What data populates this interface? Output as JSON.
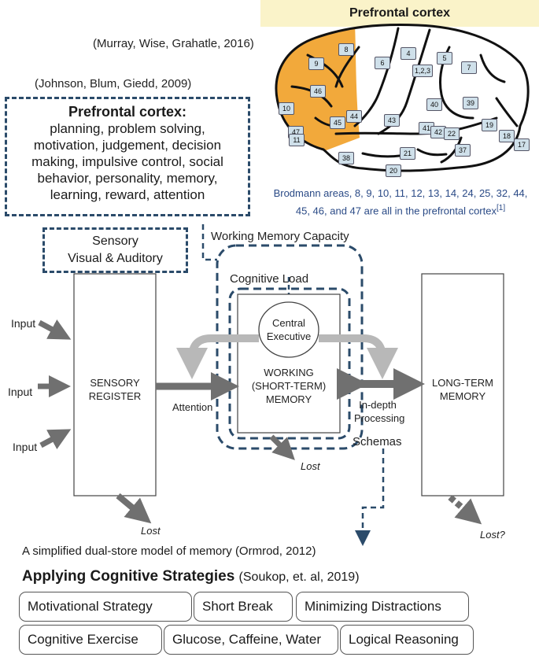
{
  "citations": {
    "murray": "(Murray, Wise, Grahatle, 2016)",
    "johnson": "(Johnson, Blum, Giedd, 2009)"
  },
  "pfc_box": {
    "title": "Prefrontal cortex:",
    "lines": [
      "planning, problem solving,",
      "motivation, judgement, decision",
      "making, impulsive control, social",
      "behavior, personality, memory,",
      "learning, reward, attention"
    ]
  },
  "sensory_box": {
    "line1": "Sensory",
    "line2": "Visual & Auditory"
  },
  "brain": {
    "title": "Prefrontal cortex",
    "caption": "Brodmann areas, 8, 9, 10, 11, 12, 13, 14, 24, 25, 32, 44, 45, 46, and 47 are all in the prefrontal cortex",
    "caption_ref": "[1]",
    "areas": [
      "8",
      "9",
      "46",
      "10",
      "47",
      "45",
      "44",
      "11",
      "6",
      "4",
      "1,2,3",
      "5",
      "7",
      "43",
      "40",
      "39",
      "41",
      "42",
      "22",
      "19",
      "18",
      "17",
      "37",
      "21",
      "38",
      "20"
    ],
    "highlight_color": "#f2a93b"
  },
  "model": {
    "working_memory_capacity": "Working Memory Capacity",
    "cognitive_load": "Cognitive Load",
    "central_executive_1": "Central",
    "central_executive_2": "Executive",
    "working_1": "WORKING",
    "working_2": "(SHORT-TERM)",
    "working_3": "MEMORY",
    "sensory_1": "SENSORY",
    "sensory_2": "REGISTER",
    "long_1": "LONG-TERM",
    "long_2": "MEMORY",
    "input": "Input",
    "attention": "Attention",
    "indepth_1": "In-depth",
    "indepth_2": "Processing",
    "schemas": "Schemas",
    "lost": "Lost",
    "lost_q": "Lost?",
    "caption": "A simplified dual-store model of memory (Ormrod, 2012)"
  },
  "strategies": {
    "title": "Applying Cognitive Strategies",
    "cite": "(Soukop, et. al, 2019)",
    "items": [
      "Motivational Strategy",
      "Short Break",
      "Minimizing Distractions",
      "Cognitive Exercise",
      "Glucose, Caffeine, Water",
      "Logical Reasoning"
    ]
  },
  "colors": {
    "dash": "#2b4b6a",
    "arrow": "#707070",
    "light_arrow": "#b8b8b8"
  }
}
